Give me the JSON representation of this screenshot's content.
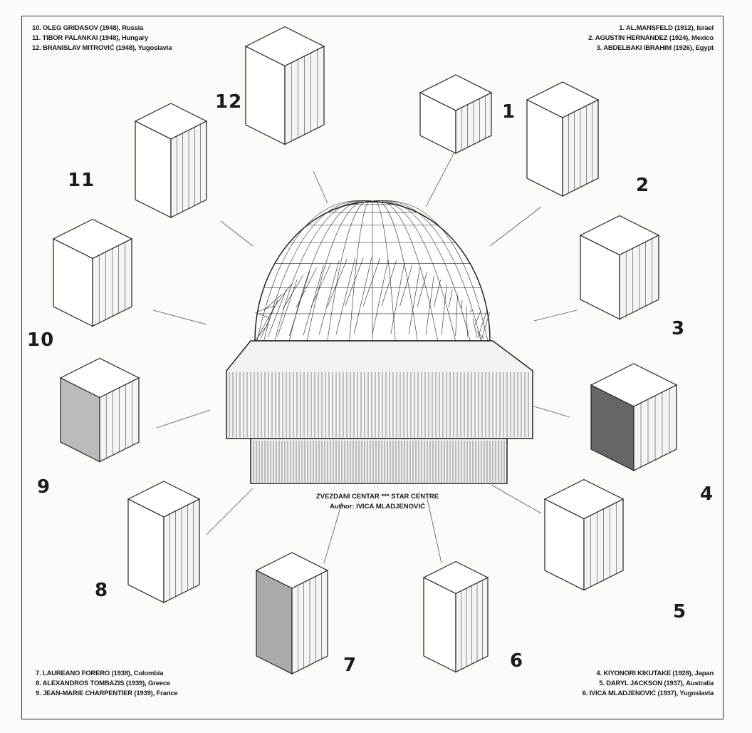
{
  "caption": {
    "title": "ZVEZDANI CENTAR *** STAR CENTRE",
    "author": "Author: IVICA MLADJENOVIĆ"
  },
  "legend_top_left": [
    "10. OLEG GRIDASOV (1948), Russia",
    "11. TIBOR PALANKAI (1948), Hungary",
    "12. BRANISLAV MITROVIĆ (1948), Yugoslavia"
  ],
  "legend_top_right": [
    "1. AL.MANSFELD (1912), Israel",
    "2. AGUSTIN HERNANDEZ (1924), Mexico",
    "3. ABDELBAKI IBRAHIM (1926), Egypt"
  ],
  "legend_bottom_left": [
    "7. LAUREANO FORERO (1938), Colombia",
    "8. ALEXANDROS TOMBAZIS (1939), Greece",
    "9. JEAN-MARIE CHARPENTIER (1939), France"
  ],
  "legend_bottom_right": [
    "4. KIYONORI KIKUTAKE (1928), Japan",
    "5. DARYL JACKSON (1937), Australia",
    "6. IVICA MLADJENOVIĆ (1937), Yugoslavia"
  ],
  "numbers": [
    "1",
    "2",
    "3",
    "4",
    "5",
    "6",
    "7",
    "8",
    "9",
    "10",
    "11",
    "12"
  ]
}
